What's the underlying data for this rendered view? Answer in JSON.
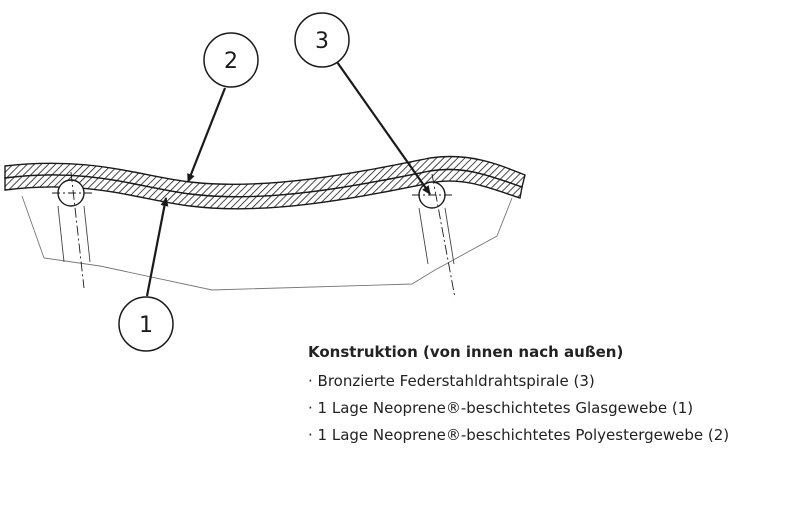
{
  "diagram": {
    "callouts": [
      {
        "id": "1",
        "label": "1",
        "meaning": "glass-fabric-layer"
      },
      {
        "id": "2",
        "label": "2",
        "meaning": "polyester-fabric-layer"
      },
      {
        "id": "3",
        "label": "3",
        "meaning": "steel-wire-spiral"
      }
    ]
  },
  "legend": {
    "title": "Konstruktion (von innen nach außen)",
    "items": [
      "· Bronzierte Federstahldrahtspirale (3)",
      "· 1 Lage Neoprene®-beschichtetes Glasgewebe (1)",
      "· 1 Lage Neoprene®-beschichtetes Polyestergewebe (2)"
    ]
  },
  "colors": {
    "ink": "#1a1a1a",
    "outline": "#555555",
    "background": "#ffffff"
  }
}
